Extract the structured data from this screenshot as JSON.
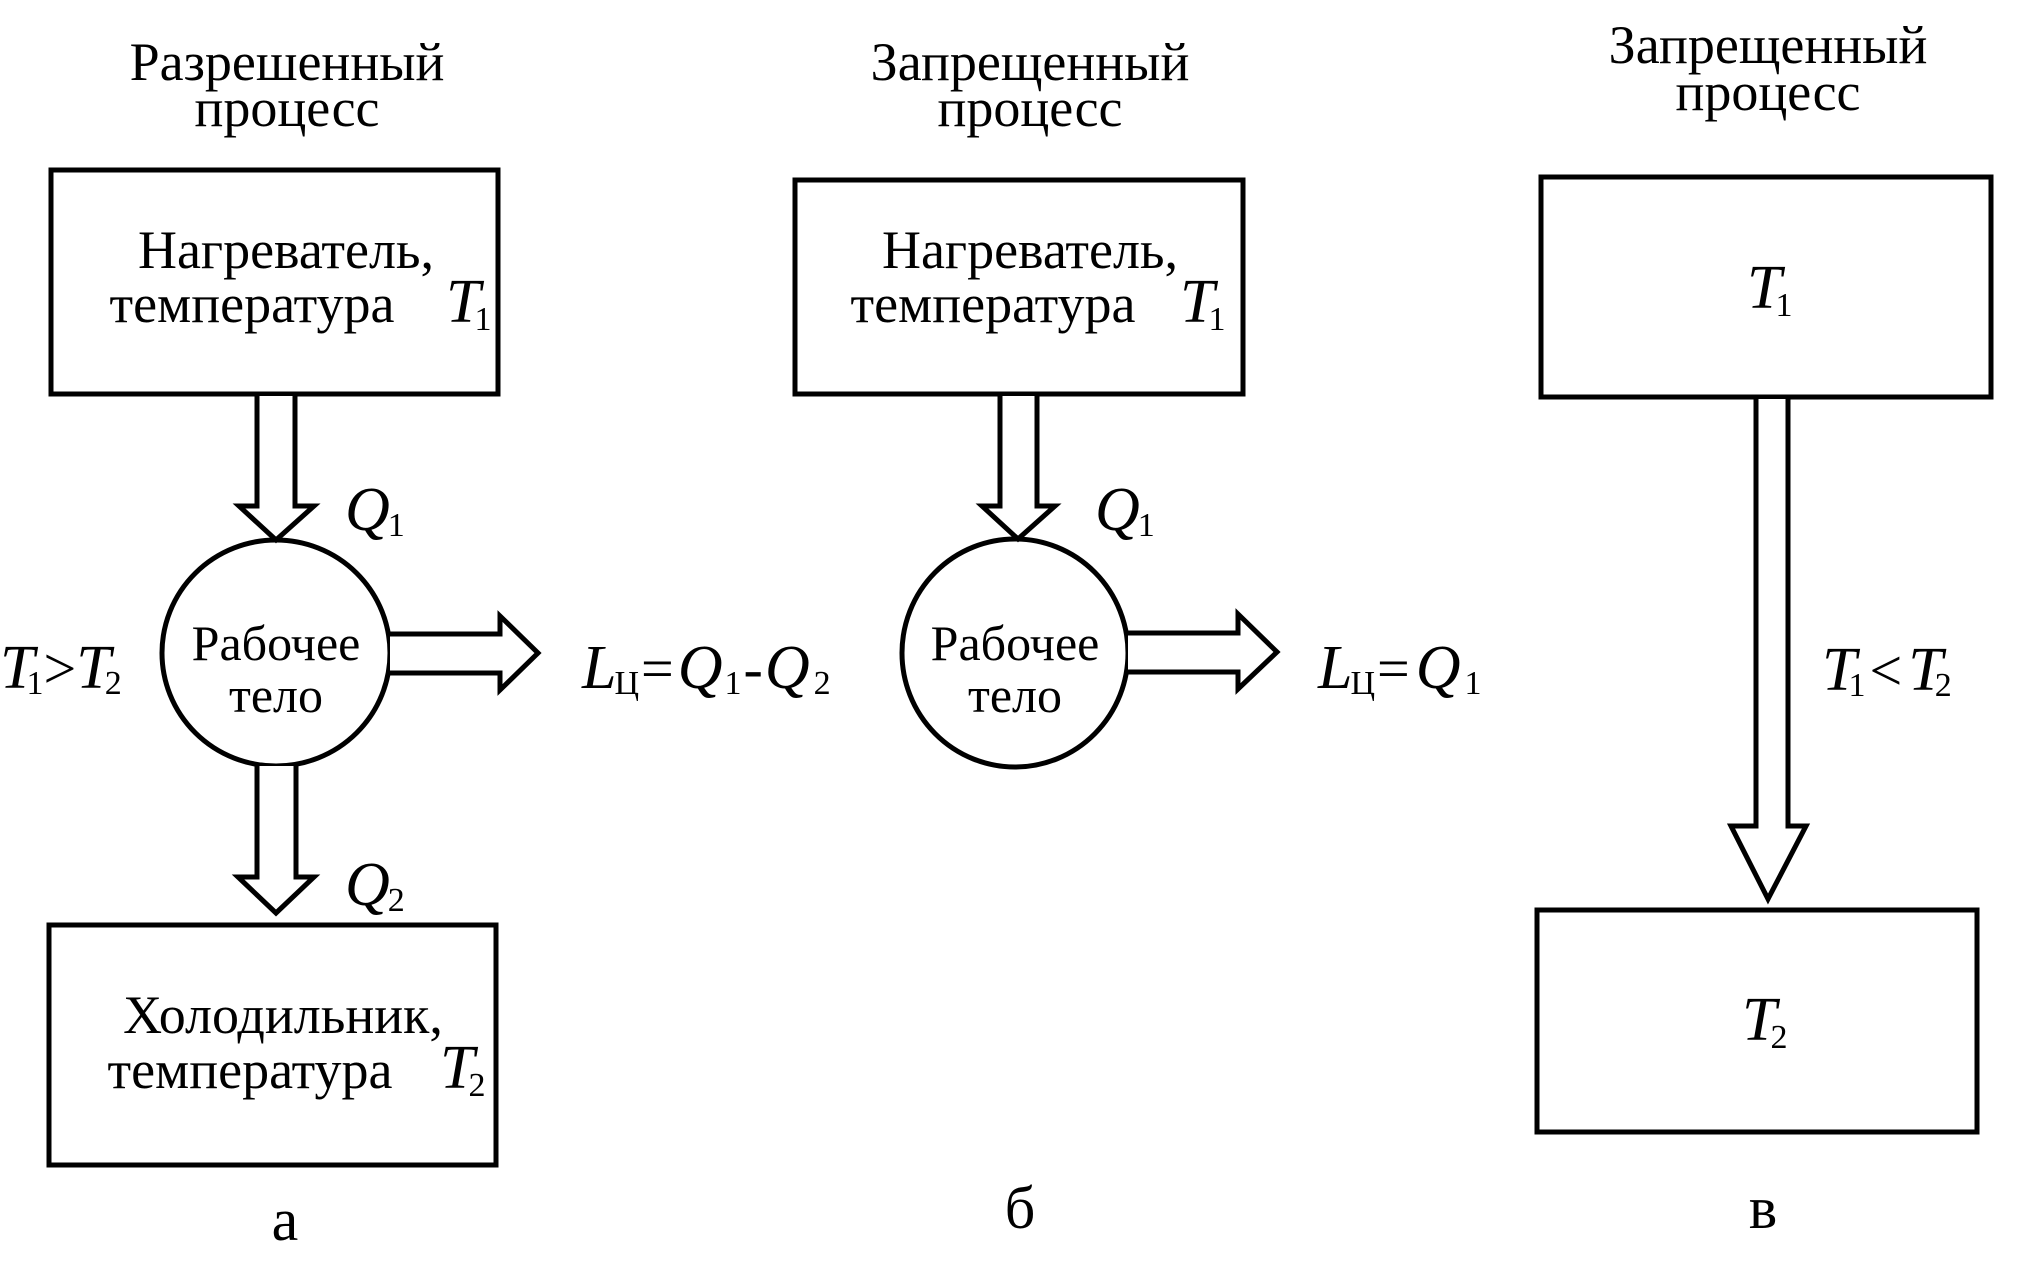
{
  "figure": {
    "panels": [
      {
        "id": "a",
        "title_line1": "Разрешенный",
        "title_line2": "процесс",
        "hot_box": {
          "line1": "Нагреватель,",
          "line2": "температура",
          "symbol": "T",
          "subscript": "1"
        },
        "working_body": {
          "line1": "Рабочее",
          "line2": "тело"
        },
        "heat_in": {
          "symbol": "Q",
          "subscript": "1"
        },
        "heat_out": {
          "symbol": "Q",
          "subscript": "2"
        },
        "condition": {
          "left": "T",
          "left_sub": "1",
          "op": ">",
          "right": "T",
          "right_sub": "2"
        },
        "work": {
          "symbol": "L",
          "subscript": "Ц",
          "eq": "=",
          "a": "Q",
          "a_sub": "1",
          "minus": "-",
          "b": "Q",
          "b_sub": "2"
        },
        "cold_box": {
          "line1": "Холодильник,",
          "line2": "температура",
          "symbol": "T",
          "subscript": "2"
        },
        "caption": "а"
      },
      {
        "id": "b",
        "title_line1": "Запрещенный",
        "title_line2": "процесс",
        "hot_box": {
          "line1": "Нагреватель,",
          "line2": "температура",
          "symbol": "T",
          "subscript": "1"
        },
        "working_body": {
          "line1": "Рабочее",
          "line2": "тело"
        },
        "heat_in": {
          "symbol": "Q",
          "subscript": "1"
        },
        "work": {
          "symbol": "L",
          "subscript": "Ц",
          "eq": "=",
          "a": "Q",
          "a_sub": "1"
        },
        "caption": "б"
      },
      {
        "id": "c",
        "title_line1": "Запрещенный",
        "title_line2": "процесс",
        "top_box": {
          "symbol": "T",
          "subscript": "1"
        },
        "bottom_box": {
          "symbol": "T",
          "subscript": "2"
        },
        "condition": {
          "left": "T",
          "left_sub": "1",
          "op": "<",
          "right": "T",
          "right_sub": "2"
        },
        "caption": "в"
      }
    ]
  }
}
